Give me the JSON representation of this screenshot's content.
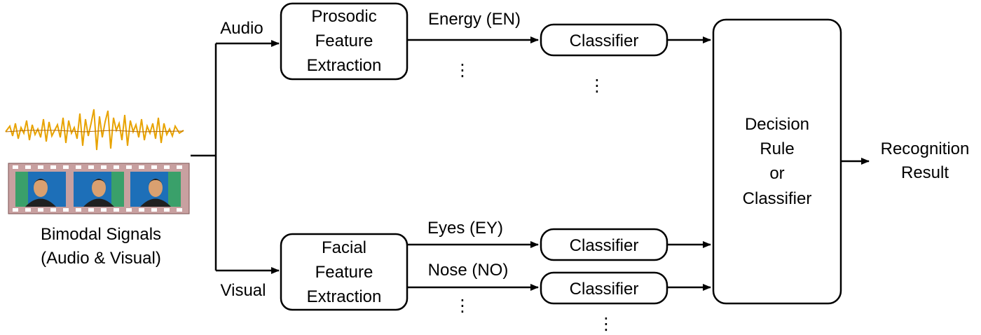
{
  "input": {
    "title_line1": "Bimodal Signals",
    "title_line2": "(Audio & Visual)"
  },
  "branches": {
    "audio_label": "Audio",
    "visual_label": "Visual"
  },
  "audio_extractor": {
    "line1": "Prosodic",
    "line2": "Feature",
    "line3": "Extraction"
  },
  "visual_extractor": {
    "line1": "Facial",
    "line2": "Feature",
    "line3": "Extraction"
  },
  "features": {
    "energy": "Energy (EN)",
    "eyes": "Eyes (EY)",
    "nose": "Nose (NO)"
  },
  "classifiers": {
    "top": "Classifier",
    "middle": "Classifier",
    "bottom": "Classifier"
  },
  "decision": {
    "line1": "Decision",
    "line2": "Rule",
    "line3": "or",
    "line4": "Classifier"
  },
  "output": {
    "line1": "Recognition",
    "line2": "Result"
  },
  "ellipsis": "⋮"
}
